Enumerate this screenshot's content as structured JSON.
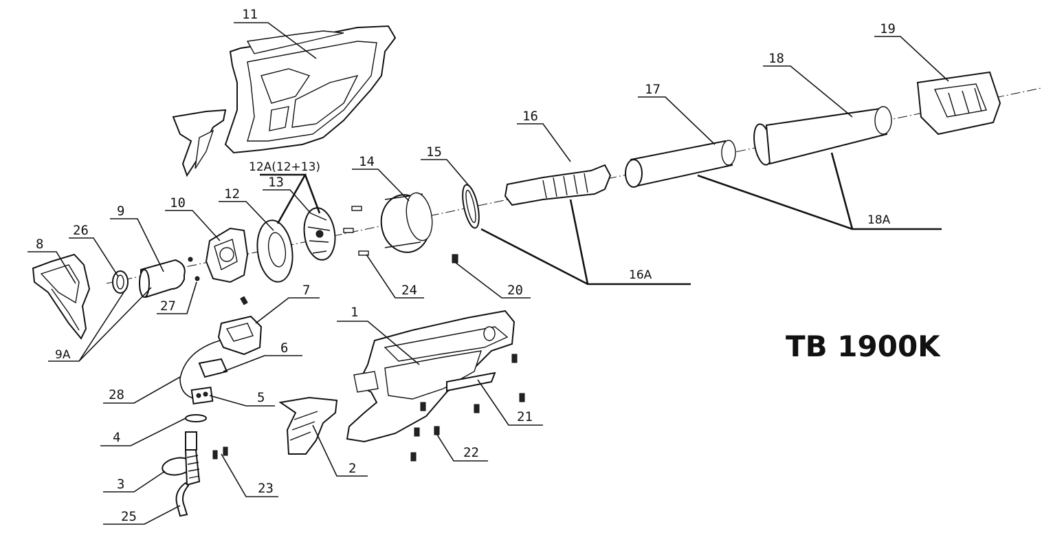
{
  "model_title": "TB 1900K",
  "parts": {
    "p1": "1",
    "p2": "2",
    "p3": "3",
    "p4": "4",
    "p5": "5",
    "p6": "6",
    "p7": "7",
    "p8": "8",
    "p9": "9",
    "p10": "10",
    "p11": "11",
    "p12": "12",
    "p13": "13",
    "p14": "14",
    "p15": "15",
    "p16": "16",
    "p17": "17",
    "p18": "18",
    "p19": "19",
    "p20": "20",
    "p21": "21",
    "p22": "22",
    "p23": "23",
    "p24": "24",
    "p25": "25",
    "p26": "26",
    "p27": "27",
    "p28": "28"
  },
  "groups": {
    "g9a": "9A",
    "g12a": "12A(12+13)",
    "g16a": "16A",
    "g18a": "18A"
  }
}
